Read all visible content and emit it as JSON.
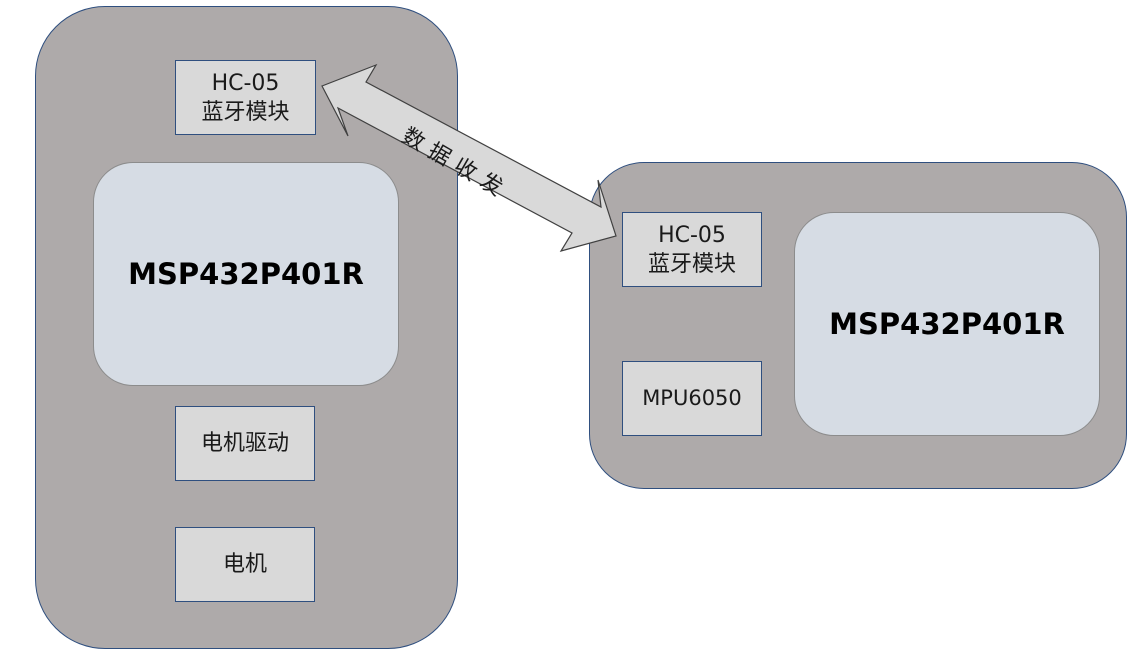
{
  "left_board": {
    "mcu_label": "MSP432P401R",
    "bluetooth": {
      "line1": "HC-05",
      "line2": "蓝牙模块"
    },
    "motor_driver": "电机驱动",
    "motor": "电机"
  },
  "right_board": {
    "mcu_label": "MSP432P401R",
    "bluetooth": {
      "line1": "HC-05",
      "line2": "蓝牙模块"
    },
    "imu": "MPU6050"
  },
  "link": {
    "label_chars": [
      "数",
      "据",
      "收",
      "发"
    ]
  },
  "colors": {
    "board_fill": "#aeaaaa",
    "board_border": "#2f4f7f",
    "mcu_fill": "#d6dce4",
    "module_fill": "#d9d9d9",
    "arrow_fill": "#d9d9d9"
  }
}
